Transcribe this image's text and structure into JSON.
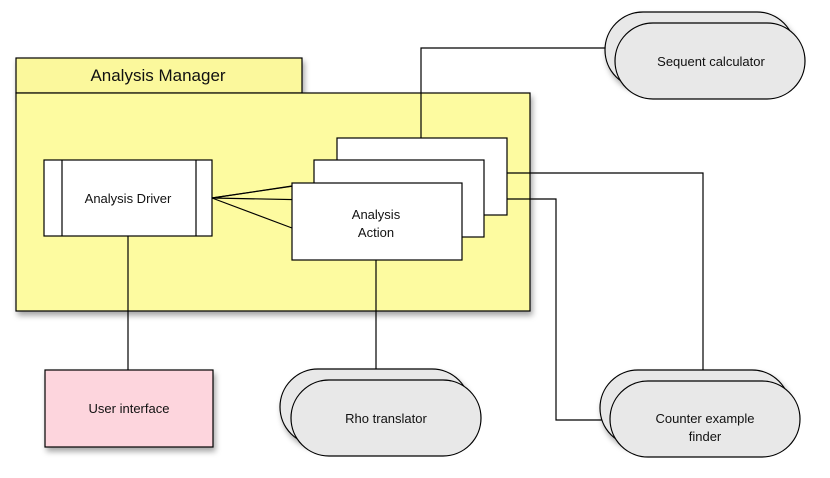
{
  "package": {
    "title": "Analysis Manager",
    "fill": "#fdfba0",
    "tab_fill": "#fbf89c"
  },
  "driver": {
    "label": "Analysis Driver"
  },
  "action": {
    "line1": "Analysis",
    "line2": "Action"
  },
  "user_interface": {
    "label": "User interface",
    "fill": "#fdd5dd"
  },
  "sequent_calculator": {
    "label": "Sequent calculator"
  },
  "rho_translator": {
    "label": "Rho translator"
  },
  "counter_example": {
    "line1": "Counter example",
    "line2": "finder"
  },
  "colors": {
    "pill_fill": "#e8e8e8",
    "stroke": "#000000"
  }
}
